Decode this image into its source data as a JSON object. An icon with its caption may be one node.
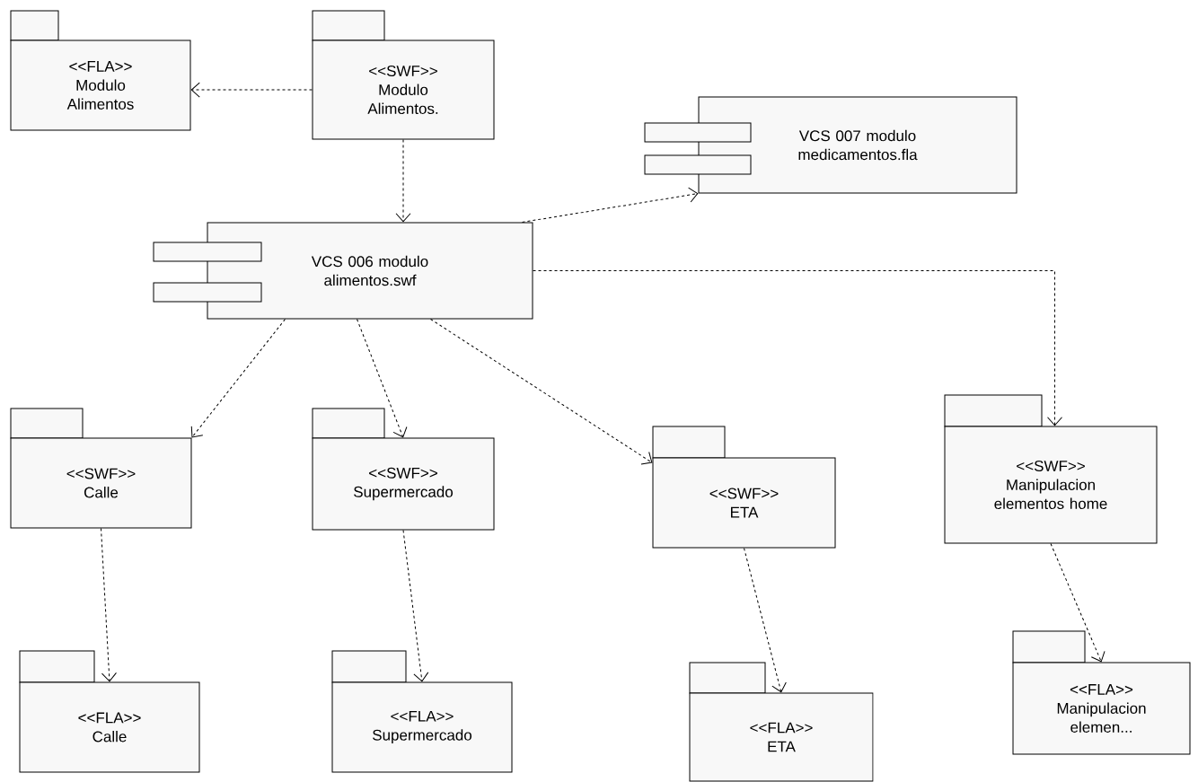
{
  "diagram": {
    "nodes": [
      {
        "text": [
          "<<FLA>>",
          "Modulo Alimentos"
        ]
      },
      {
        "text": [
          "<<SWF>>",
          "Modulo Alimentos."
        ]
      },
      {
        "text": [
          "VCS 007 modulo medicamentos.fla"
        ]
      },
      {
        "text": [
          "VCS 006 modulo alimentos.swf"
        ]
      },
      {
        "text": [
          "<<SWF>>",
          "Calle"
        ]
      },
      {
        "text": [
          "<<SWF>>",
          "Supermercado"
        ]
      },
      {
        "text": [
          "<<SWF>>",
          "ETA"
        ]
      },
      {
        "text": [
          "<<SWF>>",
          "Manipulacion elementos home"
        ]
      },
      {
        "text": [
          "<<FLA>>",
          "Calle"
        ]
      },
      {
        "text": [
          "<<FLA>>",
          "Supermercado"
        ]
      },
      {
        "text": [
          "<<FLA>>",
          "ETA"
        ]
      },
      {
        "text": [
          "<<FLA>>",
          "Manipulacion elemen..."
        ]
      }
    ],
    "edges": [
      {
        "from": 1,
        "to": 0,
        "arrow": "to",
        "style": "dashed"
      },
      {
        "from": 1,
        "to": 3,
        "arrow": "to",
        "style": "dashed"
      },
      {
        "from": 3,
        "to": 2,
        "arrow": "to",
        "style": "dashed"
      },
      {
        "from": 3,
        "to": 4,
        "arrow": "to",
        "style": "dashed"
      },
      {
        "from": 3,
        "to": 5,
        "arrow": "to",
        "style": "dashed"
      },
      {
        "from": 3,
        "to": 6,
        "arrow": "to",
        "style": "dashed"
      },
      {
        "from": 3,
        "to": 7,
        "arrow": "to",
        "style": "dashed"
      },
      {
        "from": 4,
        "to": 8,
        "arrow": "to",
        "style": "dashed"
      },
      {
        "from": 5,
        "to": 9,
        "arrow": "to",
        "style": "dashed"
      },
      {
        "from": 6,
        "to": 10,
        "arrow": "to",
        "style": "dashed"
      },
      {
        "from": 7,
        "to": 11,
        "arrow": "to",
        "style": "dashed"
      }
    ]
  }
}
